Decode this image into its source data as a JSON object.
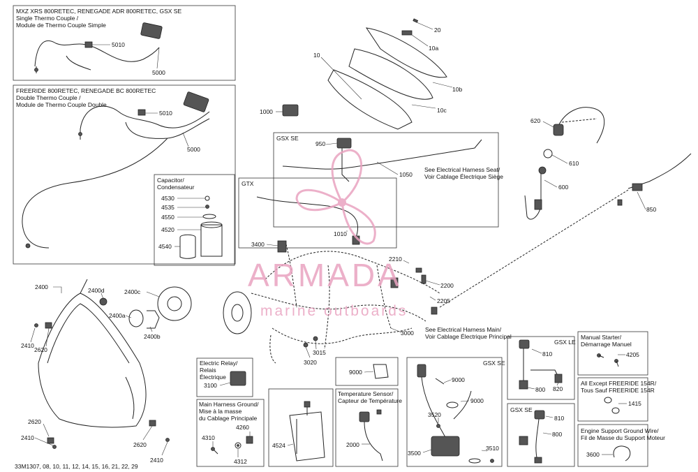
{
  "boxes": {
    "single": {
      "title1": "MXZ XRS 800RETEC, RENEGADE ADR 800RETEC, GSX SE",
      "title2": "Single Thermo Couple /",
      "title3": "Module de Thermo Couple Simple"
    },
    "double": {
      "title1": "FREERIDE 800RETEC, RENEGADE BC 800RETEC",
      "title2": "Double Thermo Couple /",
      "title3": "Module de Thermo Couple Double"
    },
    "capacitor": {
      "title1": "Capacitor/",
      "title2": "Condensateur"
    },
    "gsxse_top": {
      "title": "GSX SE"
    },
    "gtx": {
      "title": "GTX"
    },
    "relay": {
      "title1": "Electric Relay/",
      "title2": "Relais",
      "title3": "Électrique"
    },
    "ground": {
      "title1": "Main Harness Ground/",
      "title2": "Mise à la masse",
      "title3": "du Cablage Principale"
    },
    "temp": {
      "title1": "Temperature Sensor/",
      "title2": "Capteur de Température"
    },
    "gsxse_mid": {
      "title": "GSX SE"
    },
    "gsxle": {
      "title": "GSX LE"
    },
    "gsxse_right": {
      "title": "GSX SE"
    },
    "starter": {
      "title1": "Manual Starter/",
      "title2": "Démarrage Manuel"
    },
    "except": {
      "title1": "All Except FREERIDE 154R/",
      "title2": "Tous Sauf FREERIDE 154R"
    },
    "engground": {
      "title1": "Engine Support Ground Wire/",
      "title2": "Fil de Masse du Support Moteur"
    }
  },
  "notes": {
    "seat1": "See Electrical Harness Seat/",
    "seat2": "Voir Cablage Électrique Siège",
    "main1": "See Electrical Harness Main/",
    "main2": "Voir Cablage Électrique Principal"
  },
  "labels": {
    "p5010a": "5010",
    "p5000a": "5000",
    "p5010b": "5010",
    "p5000b": "5000",
    "p20": "20",
    "p10a": "10a",
    "p10": "10",
    "p10b": "10b",
    "p10c": "10c",
    "p1000": "1000",
    "p950": "950",
    "p1050": "1050",
    "p1010": "1010",
    "p620": "620",
    "p610": "610",
    "p600": "600",
    "p850": "850",
    "p4530": "4530",
    "p4535": "4535",
    "p4550": "4550",
    "p4520": "4520",
    "p4540": "4540",
    "p3400": "3400",
    "p2210": "2210",
    "p2200": "2200",
    "p2205": "2205",
    "p3000": "3000",
    "p2400": "2400",
    "p2400d": "2400d",
    "p2400c": "2400c",
    "p2400a": "2400a",
    "p2400b": "2400b",
    "p2410a": "2410",
    "p2620a": "2620",
    "p2620b": "2620",
    "p2410b": "2410",
    "p2620c": "2620",
    "p2410c": "2410",
    "p3015": "3015",
    "p3020": "3020",
    "p3100": "3100",
    "p4260": "4260",
    "p4310": "4310",
    "p4312": "4312",
    "p4524": "4524",
    "p9000a": "9000",
    "p2000": "2000",
    "p9000b": "9000",
    "p9000c": "9000",
    "p3520": "3520",
    "p3500": "3500",
    "p3510": "3510",
    "p810a": "810",
    "p820": "820",
    "p800a": "800",
    "p810b": "810",
    "p800b": "800",
    "p4205": "4205",
    "p1415": "1415",
    "p3600": "3600"
  },
  "footer": "33M1307, 08, 10, 11, 12, 14, 15, 16, 21, 22, 29",
  "watermark": {
    "brand": "ARMADA",
    "tagline": "marine outboards",
    "color": "#e9a3c0"
  }
}
